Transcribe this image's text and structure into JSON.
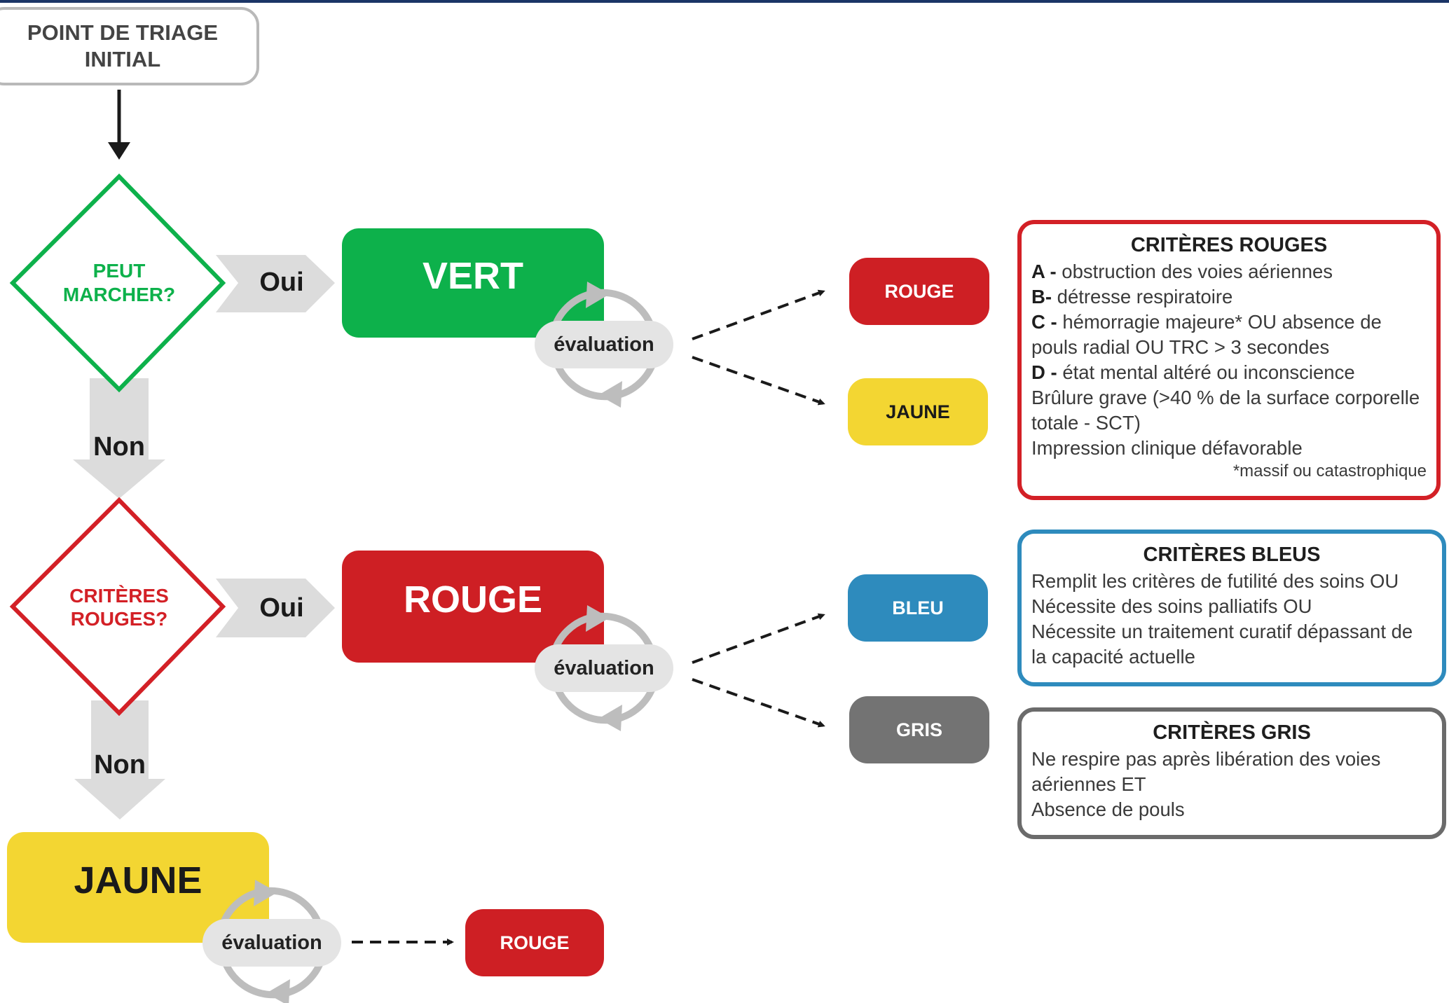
{
  "start": {
    "label": "POINT DE TRIAGE INITIAL"
  },
  "decisions": [
    {
      "label_1": "PEUT",
      "label_2": "MARCHER?",
      "color": "#0db14b",
      "yes": "Oui",
      "no": "Non"
    },
    {
      "label_1": "CRITÈRES",
      "label_2": "ROUGES?",
      "color": "#d32026",
      "yes": "Oui",
      "no": "Non"
    }
  ],
  "outcomes": {
    "vert": {
      "label": "VERT",
      "color": "#0db14b",
      "evaluation": "évaluation",
      "transitions": [
        {
          "label": "ROUGE",
          "color": "#ce1f24"
        },
        {
          "label": "JAUNE",
          "color": "#f3d632"
        }
      ]
    },
    "rouge": {
      "label": "ROUGE",
      "color": "#ce1f24",
      "evaluation": "évaluation",
      "transitions": [
        {
          "label": "BLEU",
          "color": "#2e8bbd"
        },
        {
          "label": "GRIS",
          "color": "#737373"
        }
      ]
    },
    "jaune": {
      "label": "JAUNE",
      "color": "#f3d632",
      "evaluation": "évaluation",
      "transitions": [
        {
          "label": "ROUGE",
          "color": "#ce1f24"
        }
      ]
    }
  },
  "criteria": {
    "rouges": {
      "title": "CRITÈRES ROUGES",
      "border_color": "#d32026",
      "items": [
        {
          "prefix": "A - ",
          "text": "obstruction des voies aériennes"
        },
        {
          "prefix": "B- ",
          "text": "détresse respiratoire"
        },
        {
          "prefix": "C - ",
          "text": "hémorragie majeure* OU absence de"
        },
        {
          "prefix": "",
          "text": "pouls radial OU TRC > 3 secondes"
        },
        {
          "prefix": "D - ",
          "text": "état mental altéré ou inconscience"
        },
        {
          "prefix": "",
          "text": "Brûlure grave (>40 % de la surface corporelle"
        },
        {
          "prefix": "",
          "text": "totale - SCT)"
        },
        {
          "prefix": "",
          "text": "Impression clinique défavorable"
        }
      ],
      "note": "*massif ou catastrophique"
    },
    "bleus": {
      "title": "CRITÈRES BLEUS",
      "border_color": "#2e8bbd",
      "items": [
        "Remplit les critères de futilité des soins OU",
        "Nécessite des soins palliatifs OU",
        "Nécessite un traitement curatif dépassant de",
        "la capacité actuelle"
      ]
    },
    "gris": {
      "title": "CRITÈRES GRIS",
      "border_color": "#6b6b6b",
      "items": [
        "Ne respire pas après libération des voies",
        "aériennes ET",
        "Absence de pouls"
      ]
    }
  }
}
